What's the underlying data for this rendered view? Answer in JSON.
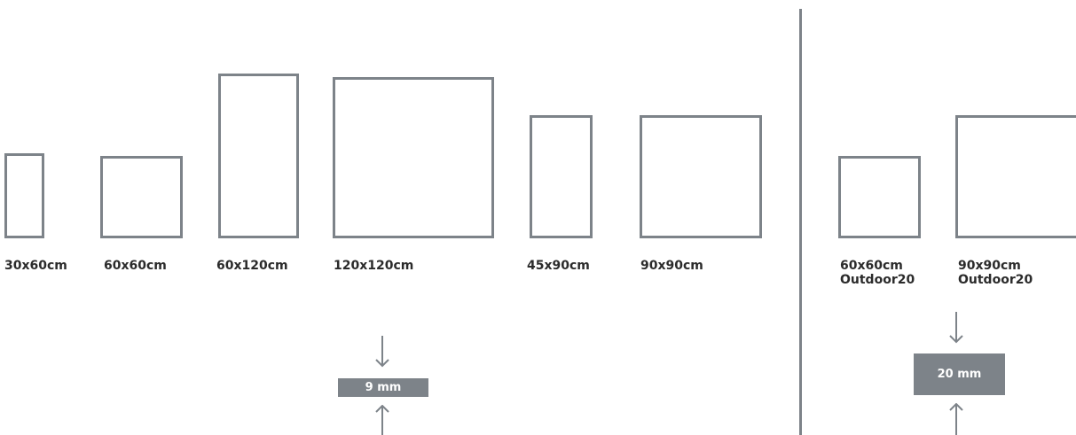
{
  "sizes": [
    {
      "label": "30x60cm"
    },
    {
      "label": "60x60cm"
    },
    {
      "label": "60x120cm"
    },
    {
      "label": "120x120cm"
    },
    {
      "label": "45x90cm"
    },
    {
      "label": "90x90cm"
    }
  ],
  "outdoor_sizes": [
    {
      "line1": "60x60cm",
      "line2": "Outdoor20"
    },
    {
      "line1": "90x90cm",
      "line2": "Outdoor20"
    }
  ],
  "thickness": {
    "standard": "9 mm",
    "outdoor": "20 mm"
  },
  "colors": {
    "tile_outline": "#7d8389",
    "bar_fill": "#7d8389",
    "label_text": "#2b2b2b"
  }
}
